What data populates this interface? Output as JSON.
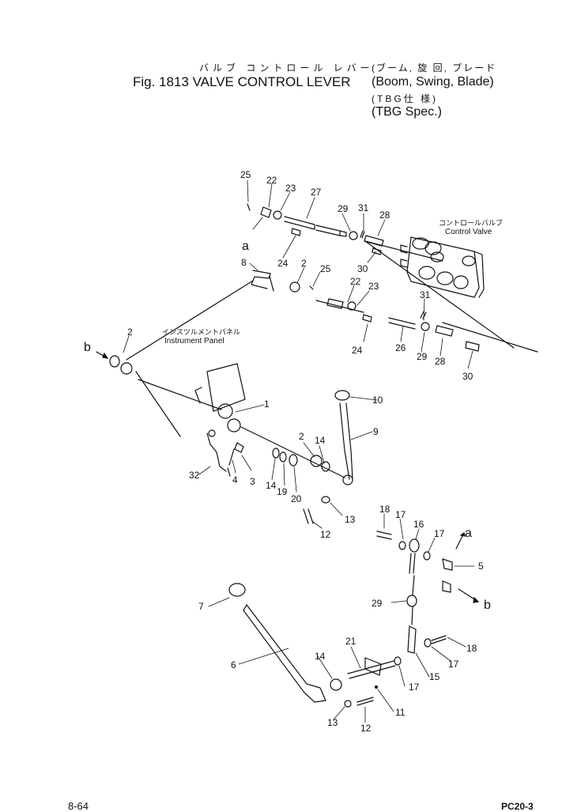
{
  "header": {
    "jp_title": "バルブ コントロール レバー",
    "fig_title": "Fig. 1813 VALVE CONTROL LEVER",
    "jp_sub1": "(ブーム, 旋 回, ブレード",
    "en_sub1": "(Boom, Swing, Blade)",
    "jp_sub2": "(TBG仕 様)",
    "en_sub2": "(TBG Spec.)"
  },
  "callouts": {
    "control_valve_jp": "コントロールバルブ",
    "control_valve_en": "Control Valve",
    "instrument_panel_jp": "インスツルメントパネル",
    "instrument_panel_en": "Instrument Panel"
  },
  "footer": {
    "page": "8-64",
    "model": "PC20-3"
  },
  "part_labels": {
    "p25a": "25",
    "p22a": "22",
    "p23a": "23",
    "p27": "27",
    "p29a": "29",
    "p31a": "31",
    "p28a": "28",
    "p24a": "24",
    "p30a": "30",
    "a1": "a",
    "p8": "8",
    "p2a": "2",
    "p25b": "25",
    "p22b": "22",
    "p23b": "23",
    "p31b": "31",
    "p24b": "24",
    "p26": "26",
    "p29b": "29",
    "p28b": "28",
    "p30b": "30",
    "p2b": "2",
    "b1": "b",
    "p1": "1",
    "p10": "10",
    "p9": "9",
    "p2c": "2",
    "p14a": "14",
    "p32": "32",
    "p4": "4",
    "p3": "3",
    "p14b": "14",
    "p19": "19",
    "p20": "20",
    "p13a": "13",
    "p12a": "12",
    "p18a": "18",
    "p17a": "17",
    "p16": "16",
    "p17b": "17",
    "a2": "a",
    "p5": "5",
    "b2": "b",
    "p7": "7",
    "p29c": "29",
    "p18b": "18",
    "p21": "21",
    "p6": "6",
    "p14c": "14",
    "p15": "15",
    "p17c": "17",
    "p17d": "17",
    "p13b": "13",
    "p11": "11",
    "p12b": "12"
  }
}
